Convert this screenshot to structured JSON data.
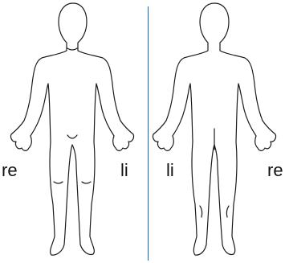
{
  "labels": {
    "front_right": "re",
    "front_left": "li",
    "back_left": "li",
    "back_right": "re"
  },
  "colors": {
    "outline": "#1a1a1a",
    "divider": "#2e5f95",
    "background": "#ffffff"
  }
}
